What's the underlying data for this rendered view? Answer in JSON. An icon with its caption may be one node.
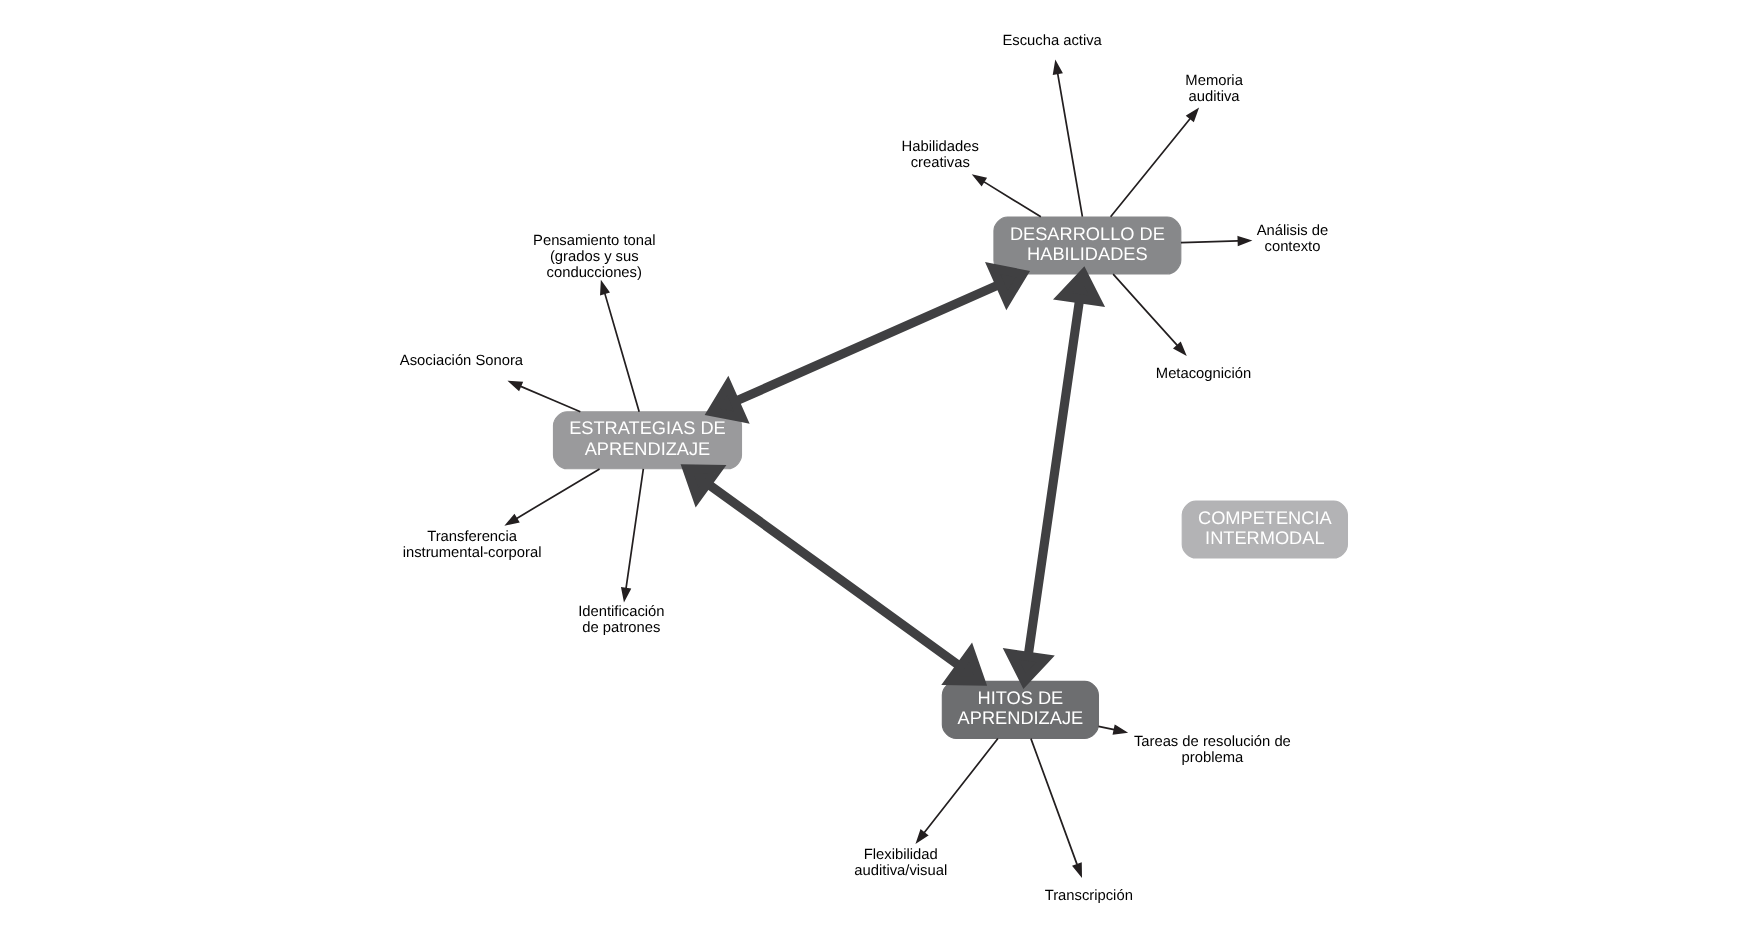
{
  "diagram": {
    "nodes": [
      {
        "text": [
          "ESTRATEGIAS DE APRENDIZAJE"
        ]
      },
      {
        "text": [
          "HITOS DE APRENDIZAJE"
        ]
      },
      {
        "text": [
          "COMPETENCIA INTERMODAL"
        ]
      },
      {
        "text": [
          "DESARROLLO DE HABILIDADES"
        ]
      },
      {
        "text": [
          "Asociación Sonora"
        ]
      },
      {
        "text": [
          "Identificación de patrones"
        ]
      },
      {
        "text": [
          "Pensamiento tonal (grados y sus conducciones)"
        ]
      },
      {
        "text": [
          "Transferencia instrumental-corporal"
        ]
      },
      {
        "text": [
          "Tareas de resolución de problema"
        ]
      },
      {
        "text": [
          "Flexibilidad auditiva/visual"
        ]
      },
      {
        "text": [
          "Transcripción"
        ]
      },
      {
        "text": [
          "Metacognición"
        ]
      },
      {
        "text": [
          "Habilidades creativas"
        ]
      },
      {
        "text": [
          "Análisis de contexto"
        ]
      },
      {
        "text": [
          "Memoria auditiva"
        ]
      },
      {
        "text": [
          "Escucha activa"
        ]
      }
    ],
    "edges": [
      {
        "from": 0,
        "to": 1,
        "arrow": "both",
        "style": "thick",
        "color": "#404042"
      },
      {
        "from": 0,
        "to": 3,
        "arrow": "both",
        "style": "thick",
        "color": "#404042"
      },
      {
        "from": 1,
        "to": 3,
        "arrow": "both",
        "style": "thick",
        "color": "#404042"
      },
      {
        "from": 0,
        "to": 4,
        "arrow": "to"
      },
      {
        "from": 0,
        "to": 5,
        "arrow": "to"
      },
      {
        "from": 0,
        "to": 6,
        "arrow": "to"
      },
      {
        "from": 0,
        "to": 7,
        "arrow": "to"
      },
      {
        "from": 1,
        "to": 8,
        "arrow": "to"
      },
      {
        "from": 1,
        "to": 9,
        "arrow": "to"
      },
      {
        "from": 1,
        "to": 10,
        "arrow": "to"
      },
      {
        "from": 3,
        "to": 11,
        "arrow": "to"
      },
      {
        "from": 3,
        "to": 12,
        "arrow": "to"
      },
      {
        "from": 3,
        "to": 13,
        "arrow": "to"
      },
      {
        "from": 3,
        "to": 14,
        "arrow": "to"
      },
      {
        "from": 3,
        "to": 15,
        "arrow": "to"
      }
    ]
  }
}
